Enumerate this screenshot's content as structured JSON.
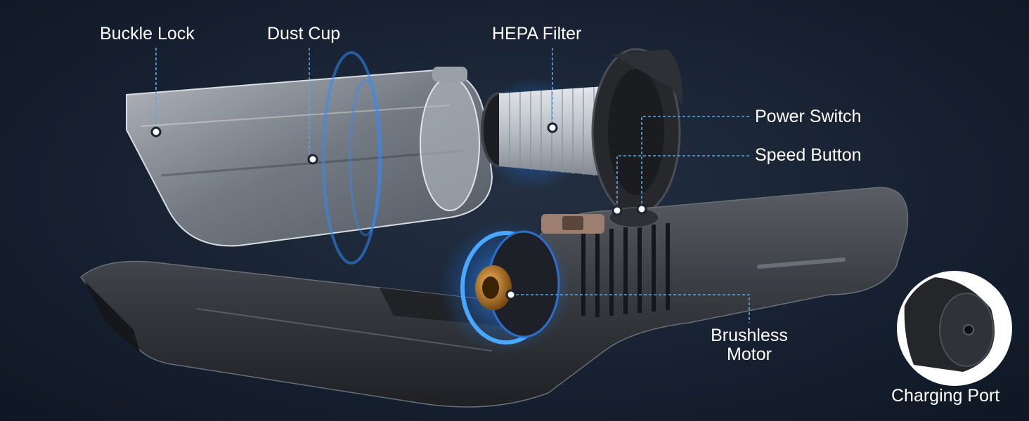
{
  "callouts": {
    "buckle_lock": "Buckle Lock",
    "dust_cup": "Dust Cup",
    "hepa_filter": "HEPA Filter",
    "power_switch": "Power Switch",
    "speed_button": "Speed Button",
    "brushless_motor_line1": "Brushless",
    "brushless_motor_line2": "Motor",
    "charging_port": "Charging Port"
  },
  "colors": {
    "background": "#172131",
    "label_text": "#ffffff",
    "callout_line": "#5aa8e6",
    "glow_blue": "#2f8cff",
    "motor_copper": "#c8862a",
    "body_gray": "#3a3d42"
  },
  "icons": {
    "callout_dot": "circle-dot",
    "zoom_inset": "magnifier-circle"
  }
}
